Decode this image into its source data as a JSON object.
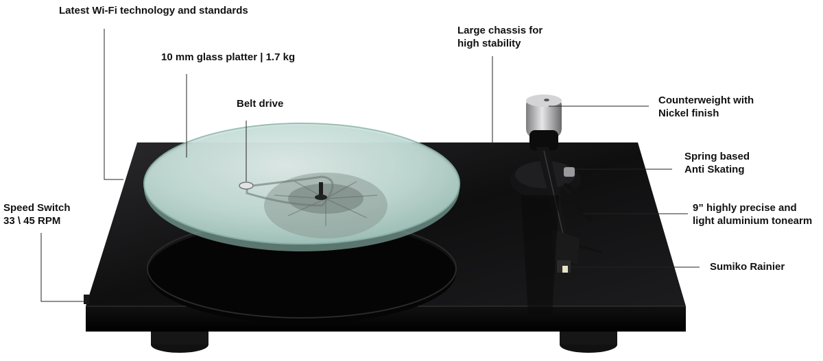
{
  "colors": {
    "label_text": "#111111",
    "leader_line": "#222222",
    "plinth": "#0b0b0c",
    "glass_platter": "#b9d6cf"
  },
  "callouts": [
    {
      "id": "wifi",
      "lines": [
        "Latest Wi-Fi technology and standards"
      ]
    },
    {
      "id": "platter",
      "lines": [
        "10 mm glass platter | 1.7 kg"
      ]
    },
    {
      "id": "belt",
      "lines": [
        "Belt drive"
      ]
    },
    {
      "id": "chassis",
      "lines": [
        "Large chassis for",
        "high stability"
      ]
    },
    {
      "id": "counterweight",
      "lines": [
        "Counterweight with",
        "Nickel finish"
      ]
    },
    {
      "id": "antiskating",
      "lines": [
        "Spring based",
        "Anti Skating"
      ]
    },
    {
      "id": "tonearm",
      "lines": [
        "9” highly precise and",
        "light aluminium tonearm"
      ]
    },
    {
      "id": "cartridge",
      "lines": [
        "Sumiko Rainier"
      ]
    },
    {
      "id": "speed",
      "lines": [
        "Speed Switch",
        "33 \\ 45 RPM"
      ]
    }
  ]
}
